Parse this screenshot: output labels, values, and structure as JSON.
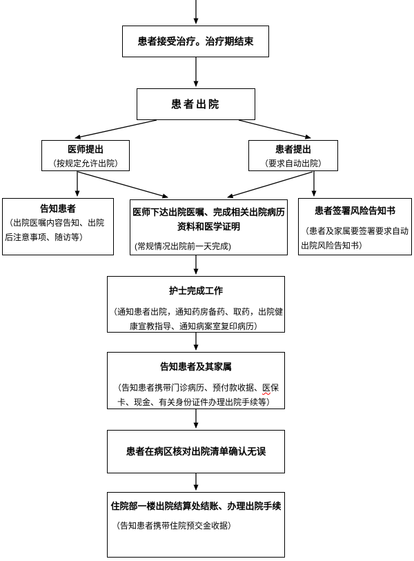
{
  "colors": {
    "background": "#ffffff",
    "border": "#000000",
    "text": "#000000",
    "arrow": "#000000",
    "spellcheck_underline": "#ff0000"
  },
  "flowchart": {
    "nodes": {
      "treatment_end": {
        "title": "患者接受治疗。治疗期结束"
      },
      "discharge": {
        "title": "患者出院"
      },
      "doctor_propose": {
        "title": "医师提出",
        "note": "（按规定允许出院）"
      },
      "patient_propose": {
        "title": "患者提出",
        "note": "（要求自动出院）"
      },
      "inform_patient": {
        "title": "告知患者",
        "note": "（出院医嘱内容告知、出院后注意事项、随访等）"
      },
      "doctor_orders": {
        "title": "医师下达出院医嘱、完成相关出院病历资料和医学证明",
        "note": "(常规情况出院前一天完成)"
      },
      "sign_risk": {
        "title": "患者签署风险告知书",
        "note": "（患者及家属要签署要求自动出院风险告知书）"
      },
      "nurse_work": {
        "title": "护士完成工作",
        "note": "（通知患者出院，通知药房备药、取药，出院健康宣教指导、通知病案室复印病历）"
      },
      "inform_family": {
        "title": "告知患者及其家属",
        "note_part1": "（告知患者携带门诊病历、预付款收据、",
        "note_marked_word": "医",
        "note_part2": "保卡、现金、有关身份证件办理出院手续等）"
      },
      "ward_check": {
        "title": "患者在病区核对出院清单确认无误"
      },
      "settlement": {
        "title": "住院部一楼出院结算处结账、办理出院手续",
        "note": "（告知患者携带住院预交金收据）"
      }
    }
  }
}
